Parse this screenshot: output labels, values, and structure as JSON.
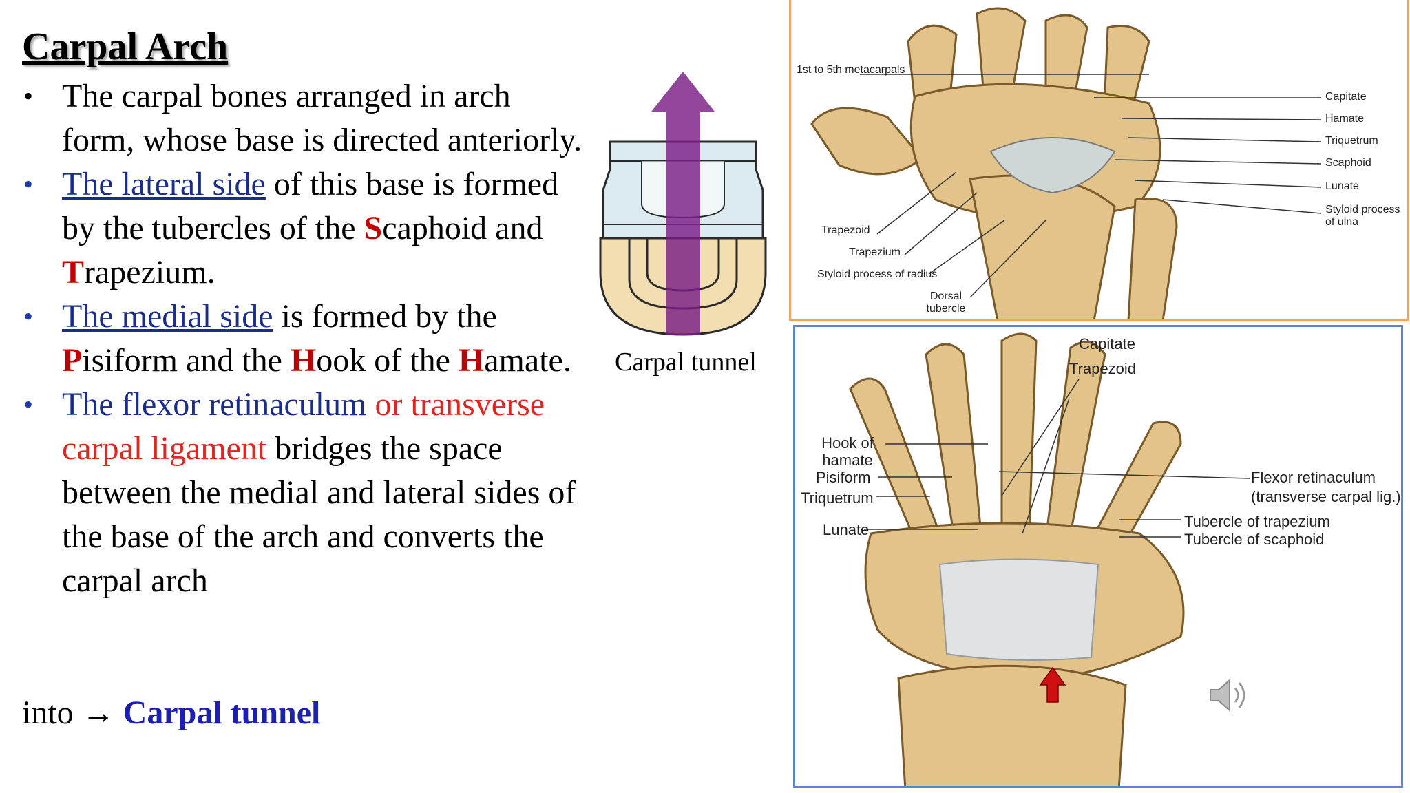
{
  "slide": {
    "title": "Carpal Arch",
    "bullet1": "The carpal bones arranged in arch form, whose base is directed anteriorly.",
    "bullet2": {
      "lead": "The lateral side",
      "text1": " of this base is formed by the tubercles of the ",
      "s": "S",
      "scaphoid": "caphoid and ",
      "t": "T",
      "trapezium": "rapezium."
    },
    "bullet3": {
      "lead": "The medial side",
      "text1": " is formed by the ",
      "p": "P",
      "pisiform": "isiform and the ",
      "h1": "H",
      "hook": "ook of the ",
      "h2": "H",
      "hamate": "amate."
    },
    "bullet4": {
      "lead": "The flexor retinaculum",
      "or": " or ",
      "ligament": "transverse carpal ligament",
      "rest": " bridges the space between the medial and lateral sides of the base of the arch and converts the carpal arch"
    },
    "conclusion": {
      "prefix": "into → ",
      "highlight": "Carpal tunnel"
    }
  },
  "figures": {
    "tunnel_caption": "Carpal tunnel",
    "dorsal_labels": {
      "metacarpals": "1st to 5th metacarpals",
      "capitate": "Capitate",
      "hamate": "Hamate",
      "triquetrum": "Triquetrum",
      "scaphoid": "Scaphoid",
      "lunate": "Lunate",
      "styloid_ulna": "Styloid process of ulna",
      "trapezoid": "Trapezoid",
      "trapezium": "Trapezium",
      "styloid_radius": "Styloid process of radius",
      "dorsal_tubercle": "Dorsal tubercle"
    },
    "palmar_labels": {
      "capitate": "Capitate",
      "trapezoid": "Trapezoid",
      "hook_of_hamate": "Hook of hamate",
      "pisiform": "Pisiform",
      "triquetrum": "Triquetrum",
      "lunate": "Lunate",
      "flexor_retinaculum": "Flexor retinaculum",
      "transverse_lig": "(transverse carpal lig.)",
      "tubercle_trapezium": "Tubercle of trapezium",
      "tubercle_scaphoid": "Tubercle of scaphoid"
    }
  },
  "colors": {
    "accent_blue": "#1a2d8a",
    "accent_red": "#e5231f",
    "drop_red": "#c00000",
    "arrow_purple": "#7a1f86",
    "bone": "#e2c48b",
    "top_border": "#f2a460",
    "bottom_border": "#5b86c8"
  },
  "icons": [
    "speaker-icon"
  ]
}
